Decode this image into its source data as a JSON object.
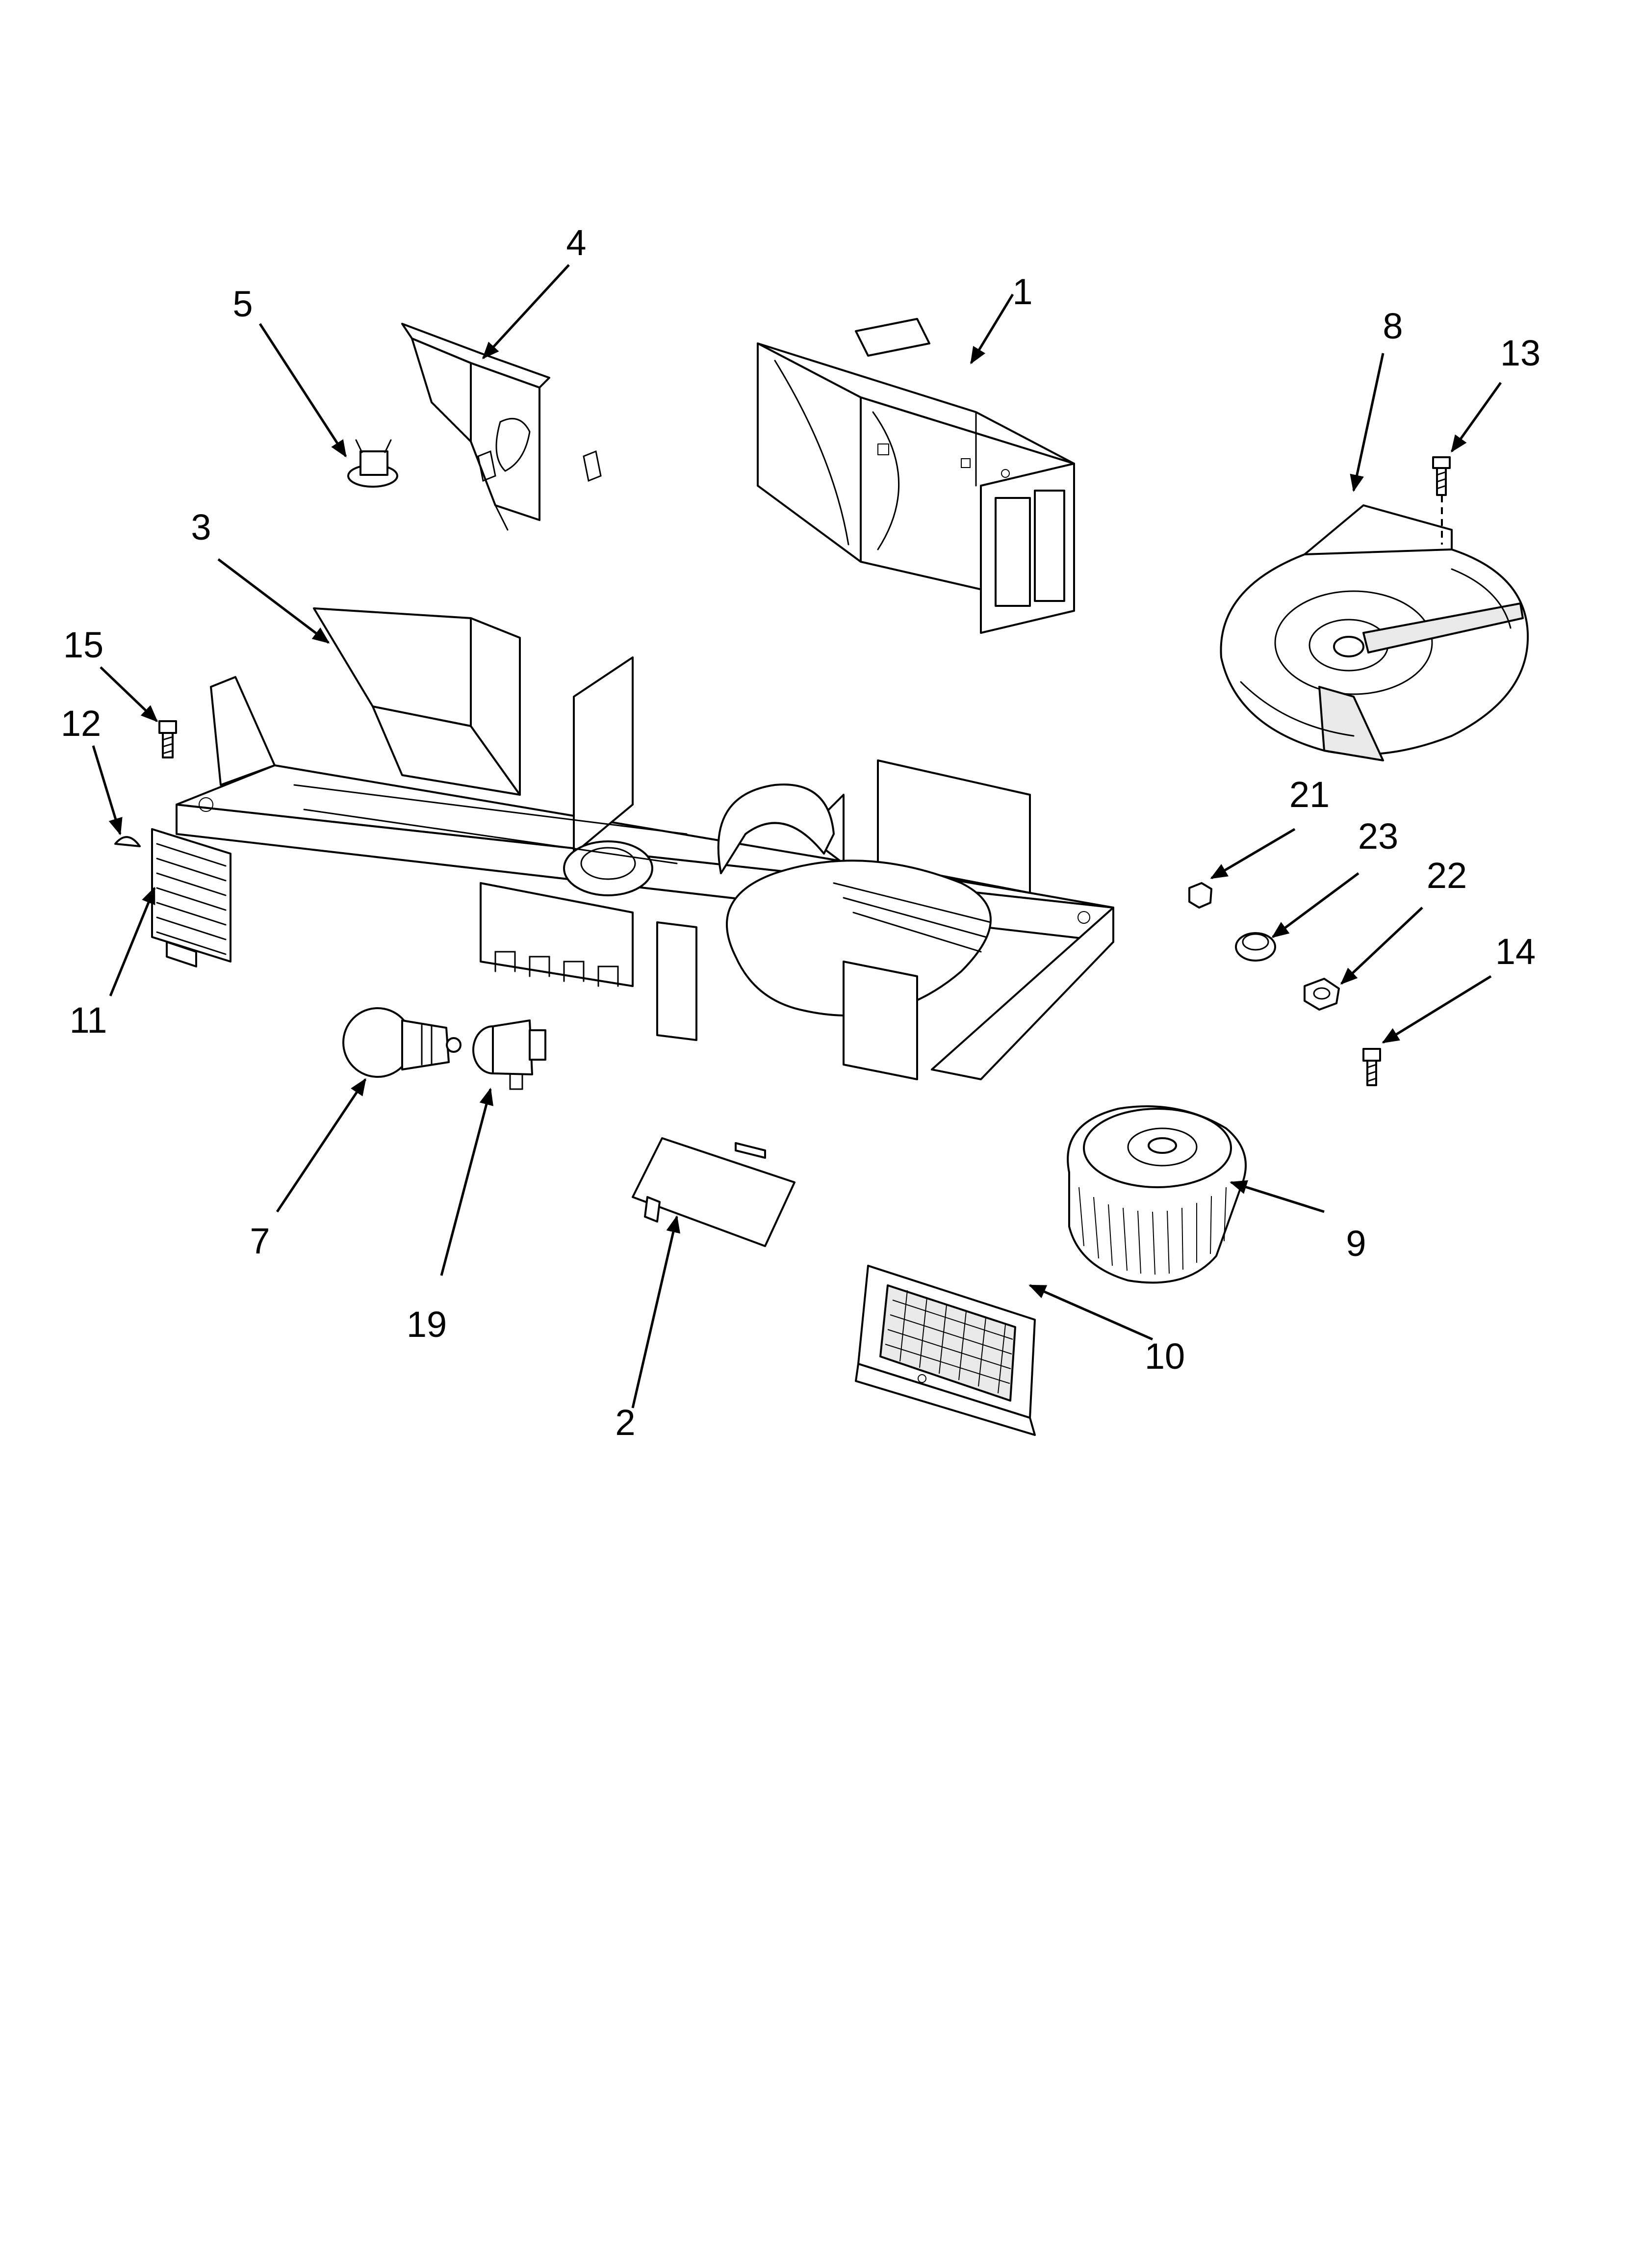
{
  "callouts": {
    "c1": "1",
    "c2": "2",
    "c3": "3",
    "c4": "4",
    "c5": "5",
    "c7": "7",
    "c8": "8",
    "c9": "9",
    "c10": "10",
    "c11": "11",
    "c12": "12",
    "c13": "13",
    "c14": "14",
    "c15": "15",
    "c19": "19",
    "c21": "21",
    "c22": "22",
    "c23": "23"
  },
  "colors": {
    "line": "#000000",
    "background": "#ffffff"
  }
}
